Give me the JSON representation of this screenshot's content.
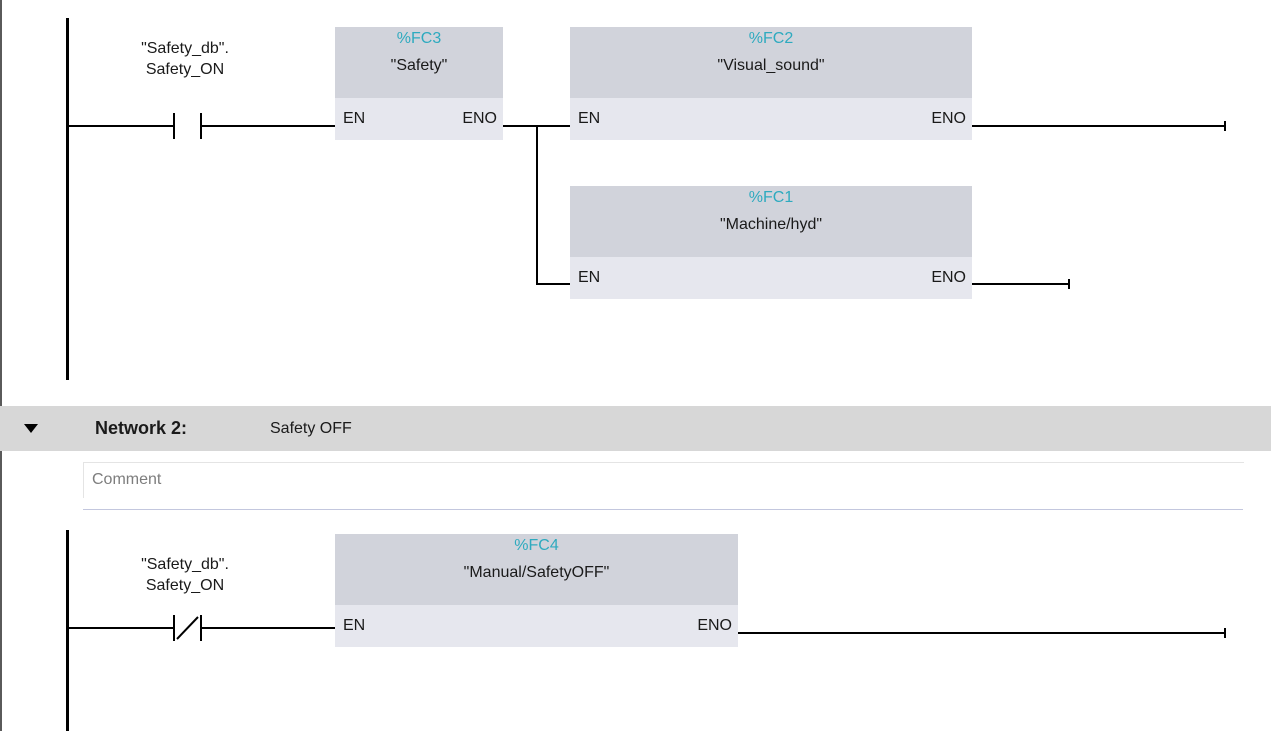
{
  "network1": {
    "contact": {
      "db": "\"Safety_db\".",
      "tag": "Safety_ON",
      "type": "normally-open"
    },
    "blocks": [
      {
        "address": "%FC3",
        "name": "\"Safety\"",
        "en": "EN",
        "eno": "ENO"
      },
      {
        "address": "%FC2",
        "name": "\"Visual_sound\"",
        "en": "EN",
        "eno": "ENO"
      },
      {
        "address": "%FC1",
        "name": "\"Machine/hyd\"",
        "en": "EN",
        "eno": "ENO"
      }
    ]
  },
  "network2": {
    "title": "Network 2:",
    "description": "Safety OFF",
    "comment_placeholder": "Comment",
    "contact": {
      "db": "\"Safety_db\".",
      "tag": "Safety_ON",
      "type": "normally-closed"
    },
    "blocks": [
      {
        "address": "%FC4",
        "name": "\"Manual/SafetyOFF\"",
        "en": "EN",
        "eno": "ENO"
      }
    ]
  },
  "colors": {
    "address": "#2eaabf",
    "block_header": "#d1d3db",
    "block_pins": "#e6e7ee",
    "network_header": "#d7d7d7"
  },
  "icons": {
    "collapse": "triangle-down-icon"
  }
}
